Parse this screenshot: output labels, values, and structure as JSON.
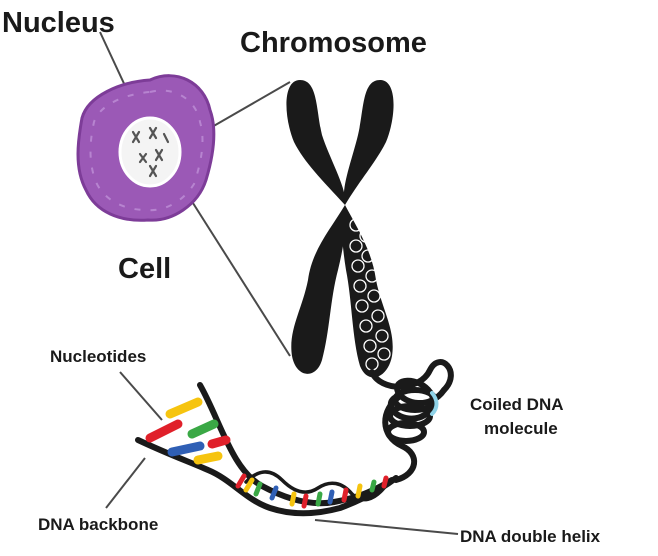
{
  "labels": {
    "nucleus": "Nucleus",
    "chromosome": "Chromosome",
    "cell": "Cell",
    "nucleotides": "Nucleotides",
    "coiled_dna": [
      "Coiled DNA",
      "molecule"
    ],
    "dna_backbone": "DNA backbone",
    "dna_double_helix": "DNA double helix"
  },
  "colors": {
    "cell_membrane": "#9b59b6",
    "cell_dark": "#7d3c98",
    "outline": "#1a1a1a",
    "base_red": "#e0202a",
    "base_yellow": "#f6c40f",
    "base_green": "#3aa845",
    "base_blue": "#2f5fb5",
    "coil_accent": "#8fd3e8"
  }
}
